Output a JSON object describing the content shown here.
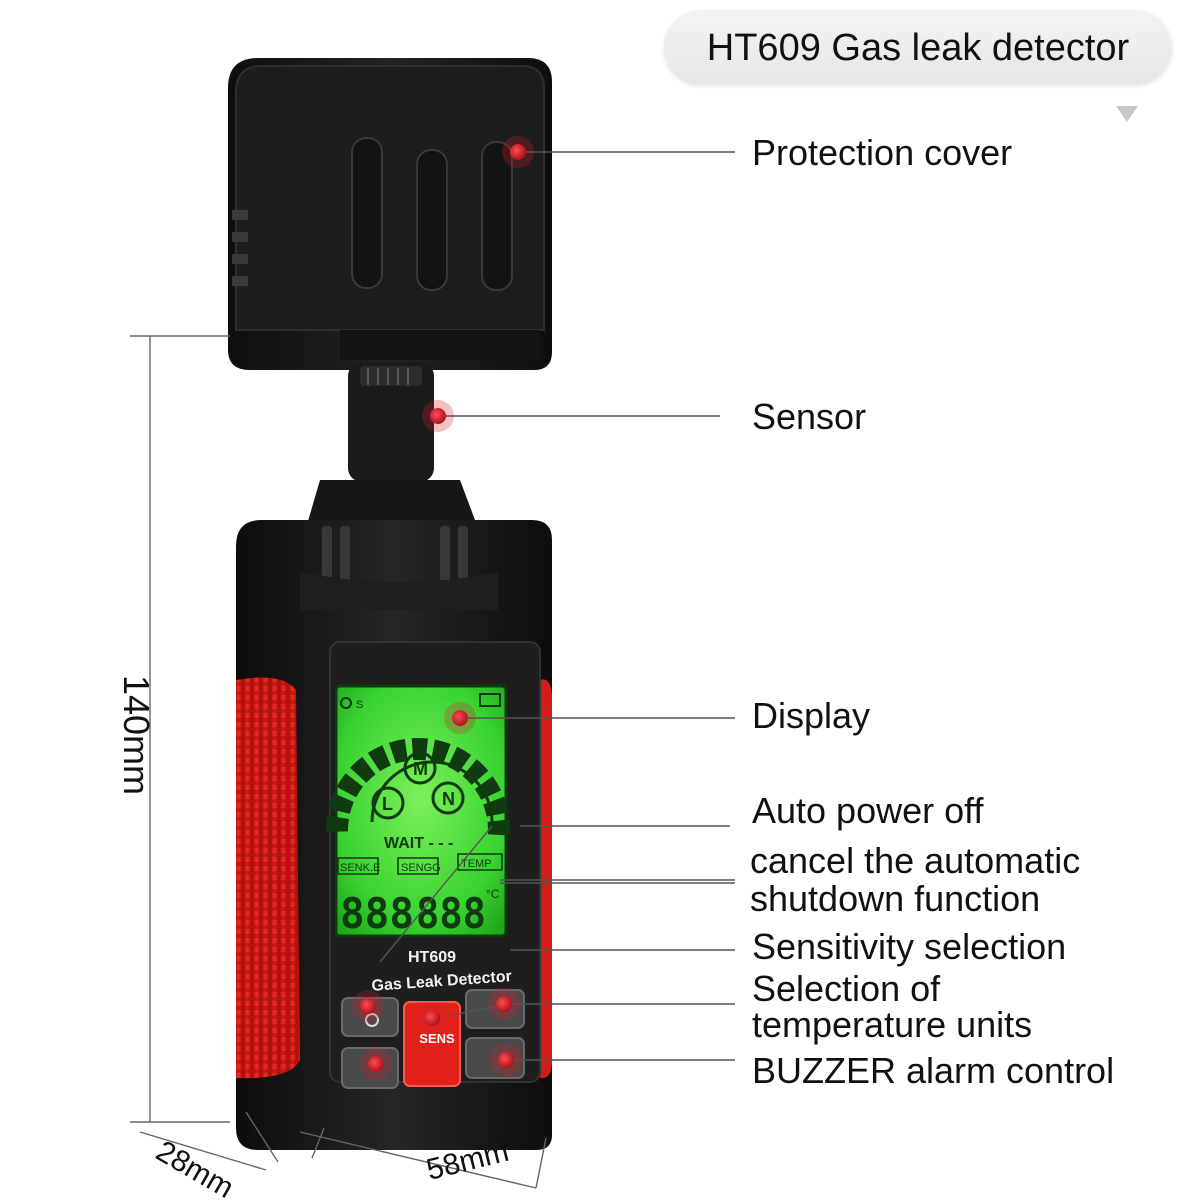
{
  "title": "HT609 Gas leak detector",
  "callouts": {
    "protection_cover": "Protection cover",
    "sensor": "Sensor",
    "display": "Display",
    "auto_power_off": "Auto power off",
    "cancel_shutdown_line1": "cancel the automatic",
    "cancel_shutdown_line2": "shutdown function",
    "sensitivity": "Sensitivity selection",
    "temp_units_line1": "Selection of",
    "temp_units_line2": "temperature units",
    "buzzer": "BUZZER alarm control"
  },
  "dimensions": {
    "height": "140mm",
    "depth": "28mm",
    "width": "58mm"
  },
  "device": {
    "model": "HT609",
    "name": "Gas Leak Detector",
    "lcd": {
      "scale_letters": [
        "L",
        "M",
        "N"
      ],
      "status": "WAIT - - -",
      "tags": [
        "SENK.E",
        "SENGG",
        "TEMP"
      ],
      "readout_left": "888",
      "readout_right": "888",
      "unit": "°C"
    },
    "buttons": {
      "center": "SENS"
    }
  },
  "colors": {
    "body": "#1a1a1a",
    "grip": "#e0201b",
    "lcd": "#3fd83a",
    "marker": "#d4202a"
  }
}
